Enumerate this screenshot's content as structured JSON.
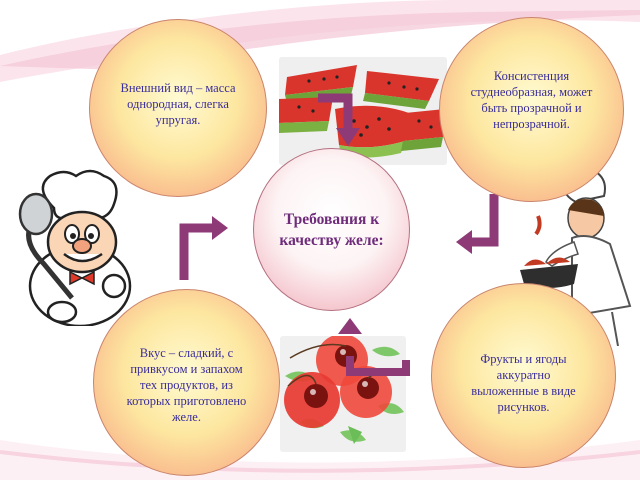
{
  "diagram": {
    "center": {
      "title": "Требования к качеству желе:"
    },
    "requirements": [
      {
        "label": "Внешний вид – масса однородная, слегка упругая."
      },
      {
        "label": "Консистенция студнеобразная, может быть прозрачной и непрозрачной."
      },
      {
        "label": "Вкус – сладкий, с привкусом и запахом тех продуктов, из которых приготовлено желе."
      },
      {
        "label": "Фрукты и ягоды аккуратно выложенные в виде рисунков."
      }
    ]
  },
  "colors": {
    "bubble_text": "#3a2e9a",
    "center_text": "#6e2c7a",
    "arrow": "#8e3a77",
    "swoosh": "#f3c7d6"
  }
}
